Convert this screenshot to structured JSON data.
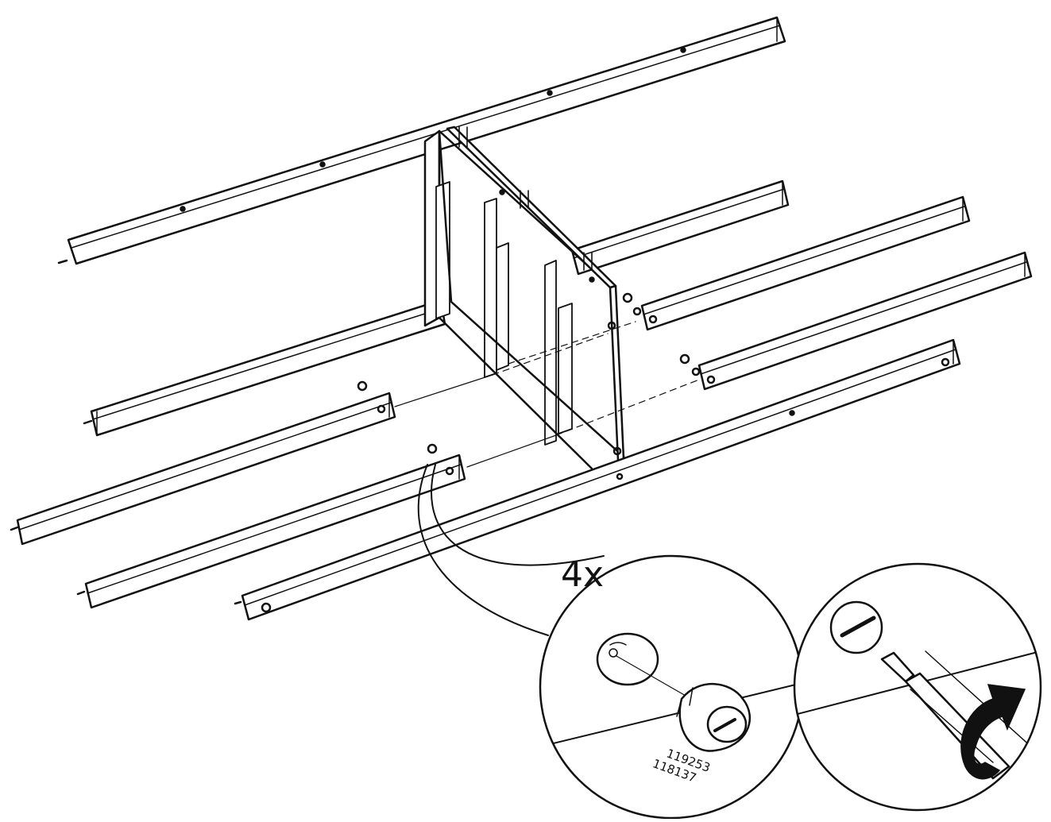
{
  "step": {
    "quantity_label": "4x",
    "part_numbers": [
      "119253",
      "118137"
    ]
  },
  "illustration": {
    "subject": "assembly-step",
    "detail_callouts": [
      "insert-cam-lock",
      "turn-cam-lock-clockwise"
    ],
    "line_color": "#111111",
    "background_color": "#ffffff",
    "arrow_fill": "#111111"
  }
}
